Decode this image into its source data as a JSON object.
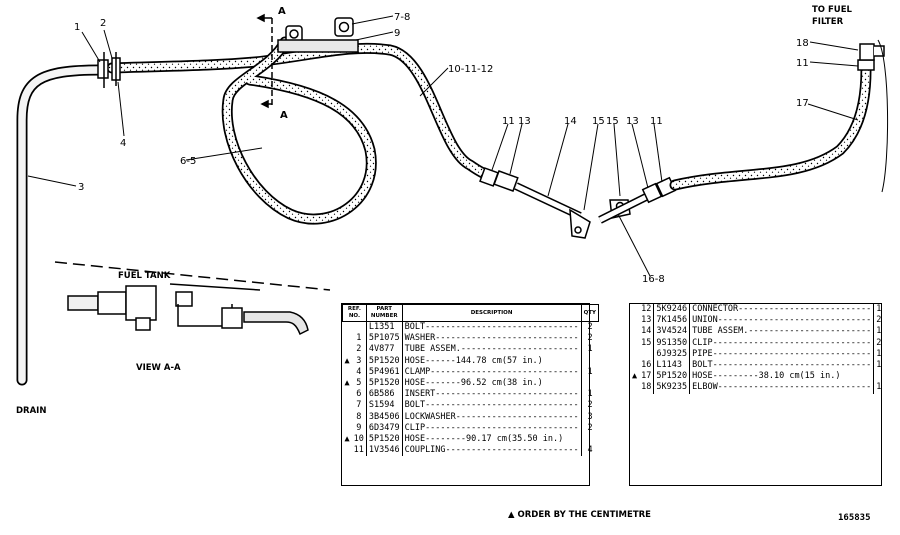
{
  "callouts": {
    "c1": "1",
    "c2": "2",
    "c3": "3",
    "c4": "4",
    "c65": "6-5",
    "c78": "7-8",
    "c9": "9",
    "c101112": "10-11-12",
    "c11a": "11",
    "c13a": "13",
    "c14": "14",
    "c15a": "15",
    "c15b": "15",
    "c13b": "13",
    "c11b": "11",
    "c168": "16-8",
    "c18": "18",
    "c11c": "11",
    "c17": "17",
    "sectA_top": "A",
    "sectA_bot": "A"
  },
  "captions": {
    "to_fuel_filter_line1": "TO FUEL",
    "to_fuel_filter_line2": "FILTER",
    "fuel_tank": "FUEL TANK",
    "view_aa": "VIEW A-A",
    "drain": "DRAIN"
  },
  "table_header": {
    "ref_no": "REF. NO.",
    "part_number": "PART NUMBER",
    "description": "DESCRIPTION",
    "qty": "QTY"
  },
  "parts_left": [
    {
      "mark": "",
      "ref": "",
      "part": "L1351",
      "desc": "BOLT------------------------------",
      "qty": "2"
    },
    {
      "mark": "",
      "ref": "1",
      "part": "5P1075",
      "desc": "WASHER----------------------------",
      "qty": "2"
    },
    {
      "mark": "",
      "ref": "2",
      "part": "4V877",
      "desc": "TUBE ASSEM.-----------------------",
      "qty": "1"
    },
    {
      "mark": "▲",
      "ref": "3",
      "part": "5P1520",
      "desc": "HOSE------144.78 cm(57 in.)",
      "qty": ""
    },
    {
      "mark": "",
      "ref": "4",
      "part": "5P4961",
      "desc": "CLAMP-----------------------------",
      "qty": "1"
    },
    {
      "mark": "▲",
      "ref": "5",
      "part": "5P1520",
      "desc": "HOSE-------96.52 cm(38 in.)",
      "qty": ""
    },
    {
      "mark": "",
      "ref": "6",
      "part": "6B586",
      "desc": "INSERT----------------------------",
      "qty": "1"
    },
    {
      "mark": "",
      "ref": "7",
      "part": "S1594",
      "desc": "BOLT------------------------------",
      "qty": "2"
    },
    {
      "mark": "",
      "ref": "8",
      "part": "3B4506",
      "desc": "LOCKWASHER------------------------",
      "qty": "3"
    },
    {
      "mark": "",
      "ref": "9",
      "part": "6D3479",
      "desc": "CLIP------------------------------",
      "qty": "2"
    },
    {
      "mark": "▲",
      "ref": "10",
      "part": "5P1520",
      "desc": "HOSE--------90.17 cm(35.50 in.)",
      "qty": ""
    },
    {
      "mark": "",
      "ref": "11",
      "part": "1V3546",
      "desc": "COUPLING--------------------------",
      "qty": "4"
    }
  ],
  "parts_right": [
    {
      "mark": "",
      "ref": "12",
      "part": "5K9246",
      "desc": "CONNECTOR--------------------------",
      "qty": "1"
    },
    {
      "mark": "",
      "ref": "13",
      "part": "7K1456",
      "desc": "UNION------------------------------",
      "qty": "2"
    },
    {
      "mark": "",
      "ref": "14",
      "part": "3V4524",
      "desc": "TUBE ASSEM.------------------------",
      "qty": "1"
    },
    {
      "mark": "",
      "ref": "15",
      "part": "9S1350",
      "desc": "CLIP-------------------------------",
      "qty": "2"
    },
    {
      "mark": "",
      "ref": "",
      "part": "6J9325",
      "desc": "PIPE-------------------------------",
      "qty": "1"
    },
    {
      "mark": "",
      "ref": "16",
      "part": "L1143",
      "desc": "BOLT-------------------------------",
      "qty": "1"
    },
    {
      "mark": "▲",
      "ref": "17",
      "part": "5P1520",
      "desc": "HOSE---------38.10 cm(15 in.)",
      "qty": ""
    },
    {
      "mark": "",
      "ref": "18",
      "part": "5K9235",
      "desc": "ELBOW------------------------------",
      "qty": "1"
    }
  ],
  "footnote": "▲ ORDER BY THE CENTIMETRE",
  "drawing_number": "165835",
  "colors": {
    "ink": "#000000",
    "paper": "#ffffff",
    "hose_fill": "#f2f2f2"
  }
}
